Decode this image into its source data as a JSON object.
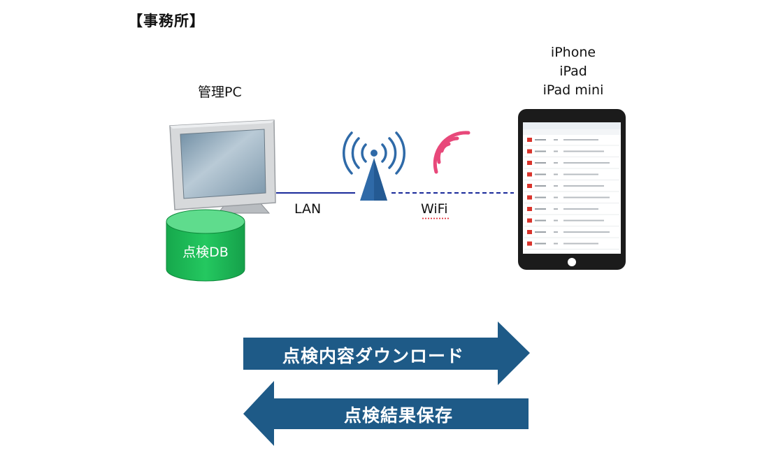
{
  "heading": "【事務所】",
  "pc": {
    "label": "管理PC"
  },
  "database": {
    "label": "点検DB"
  },
  "network": {
    "lan_label": "LAN",
    "wifi_label": "WiFi"
  },
  "devices": {
    "lines": [
      "iPhone",
      "iPad",
      "iPad mini"
    ]
  },
  "flows": {
    "download_label": "点検内容ダウンロード",
    "upload_label": "点検結果保存"
  },
  "colors": {
    "arrow": "#1e5a87",
    "database": "#1fbf5a",
    "lan_line": "#1a2a9a",
    "wifi_line": "#1a2a9a",
    "wifi_waves": "#e8487a",
    "antenna": "#2f6aa8"
  },
  "icons": [
    "computer-monitor-icon",
    "database-cylinder-icon",
    "wireless-access-point-icon",
    "wifi-signal-icon",
    "tablet-icon"
  ]
}
